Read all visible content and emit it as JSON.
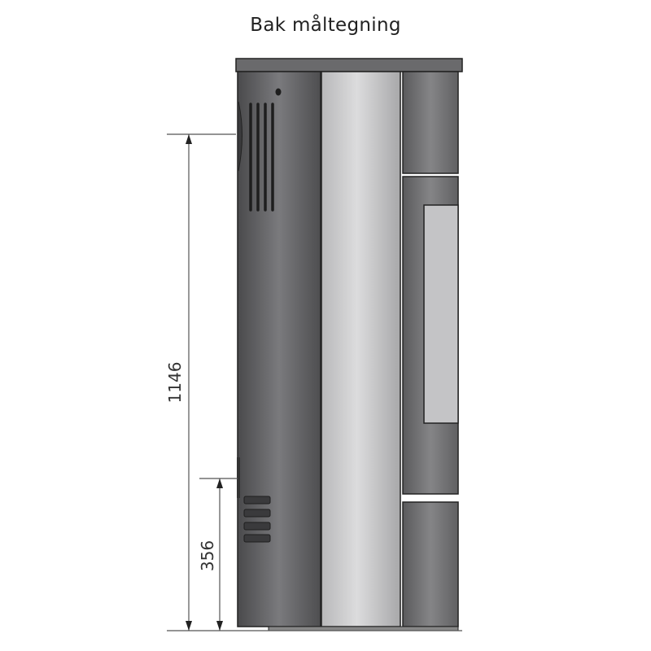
{
  "title": "Bak måltegning",
  "dimensions": {
    "total_height": "1146",
    "lower_height": "356"
  }
}
